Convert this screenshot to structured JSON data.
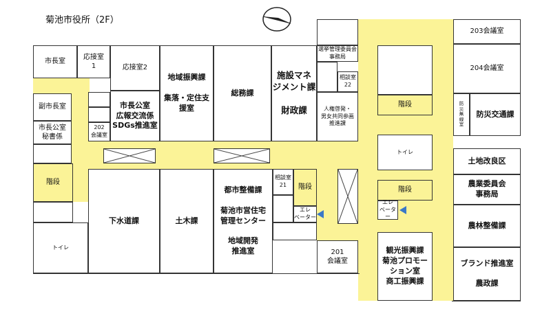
{
  "title": "菊池市役所（2F）",
  "rooms": {
    "mayor": "市長室",
    "reception1": "応接室\n1",
    "reception2": "応接室2",
    "vice_mayor": "副市長室",
    "secretary": "市長公室\n秘書係",
    "pr_sdgs": "市長公室\n広報交流係\nSDGs推進室",
    "meeting202": "202\n会議室",
    "regional": "地域振興課\n\n集落・定住支\n援室",
    "general_affairs": "総務課",
    "facility_finance": "施設マネ\nジメント課\n\n財政課",
    "election": "選挙管理委員会\n事務局",
    "consult22": "相談室\n22",
    "human_rights": "人権啓発・\n男女共同参画\n推進課",
    "meeting203": "203会議室",
    "meeting204": "204会議室",
    "disaster_room": "防\n災\n無\n線\n室",
    "disaster_traffic": "防災交通課",
    "stairs": "階段",
    "toilet": "トイレ",
    "land_improvement": "土地改良区",
    "agri_committee": "農業委員会\n事務局",
    "agri_forest": "農林整備課",
    "sewer": "下水道課",
    "civil": "土木課",
    "urban": "都市整備課\n\n菊池市営住宅\n管理センター\n\n地域開発\n推進室",
    "consult21": "相談室\n21",
    "elevator": "エレ\nベーター",
    "meeting201": "201\n会議室",
    "tourism": "観光振興課\n菊池プロモー\nション室\n商工振興課",
    "brand_agri": "ブランド推進室\n\n農政課"
  }
}
